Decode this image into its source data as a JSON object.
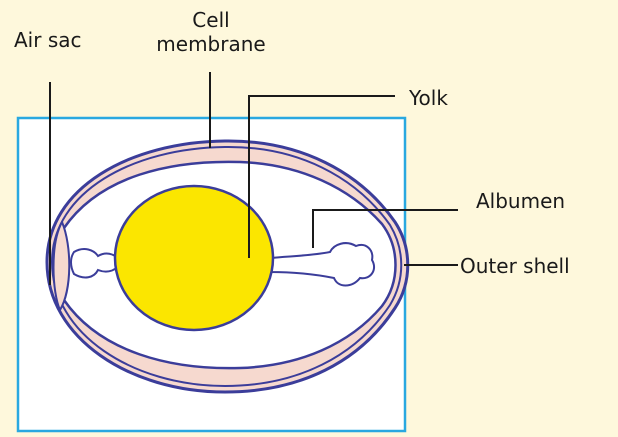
{
  "labels": {
    "air_sac": "Air sac",
    "cell_membrane": "Cell membrane",
    "yolk": "Yolk",
    "albumen": "Albumen",
    "outer_shell": "Outer shell"
  },
  "colors": {
    "background": "#fef8dc",
    "frame": "#29a8e0",
    "shell_stroke": "#3b3d9a",
    "membrane_fill": "#f6d9cf",
    "albumen_fill": "#ffffff",
    "yolk_fill": "#fbe600",
    "leader_line": "#1a1a1a"
  }
}
